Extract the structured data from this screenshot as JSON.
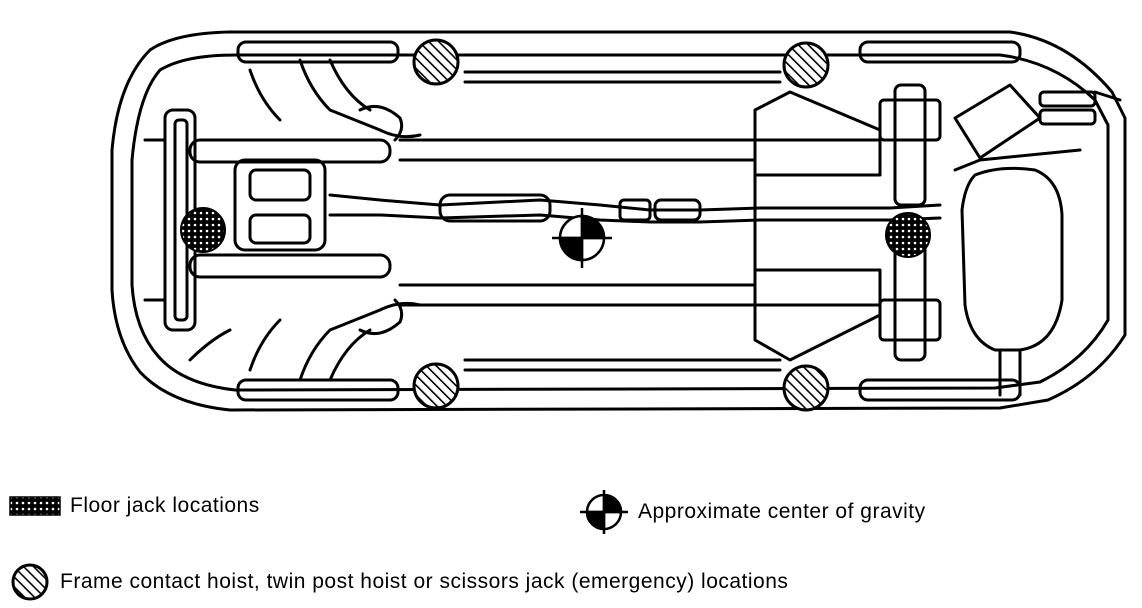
{
  "legend": {
    "floor_jack": {
      "label": "Floor jack locations",
      "icon": "floor-jack-crosshatch-icon"
    },
    "center_of_gravity": {
      "label": "Approximate center of gravity",
      "icon": "center-of-gravity-icon"
    },
    "frame_contact": {
      "label": "Frame contact hoist, twin post hoist or scissors jack (emergency) locations",
      "icon": "frame-contact-hatched-circle-icon"
    }
  },
  "colors": {
    "ink": "#000000",
    "paper": "#ffffff"
  }
}
